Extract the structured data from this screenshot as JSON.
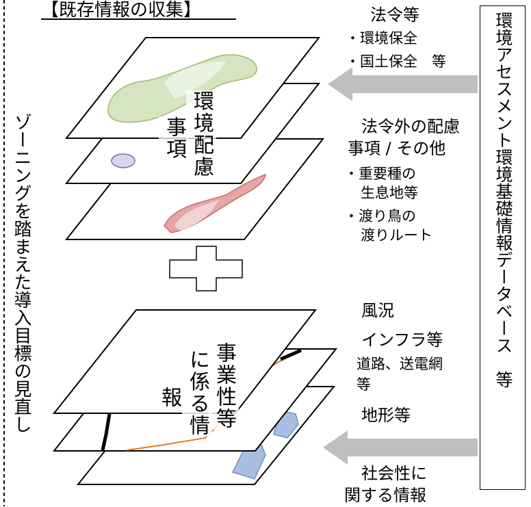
{
  "title": "【既存情報の収集】",
  "left_vertical_text": "ゾーニングを踏まえた導入目標の見直し",
  "right_box_text": "環境アセスメント環境基礎情報データベース　等",
  "top_stack": {
    "label_col1": "環境配慮",
    "label_col2": "事項"
  },
  "bottom_stack": {
    "label_col1": "事業性等",
    "label_col2": "に係る情",
    "label_col3": "報"
  },
  "right_texts": {
    "laws_heading": "法令等",
    "laws_item1": "・環境保全",
    "laws_item2": "・国土保全　等",
    "other_heading": "法令外の配慮",
    "other_sub": "事項 / その他",
    "other_item1_line1": "・重要種の",
    "other_item1_line2": "生息地等",
    "other_item2_line1": "・渡り鳥の",
    "other_item2_line2": "渡りルート",
    "wind": "風況",
    "infra": "インフラ等",
    "infra_sub1": "道路、送電網",
    "infra_sub2": "等",
    "terrain": "地形等",
    "social_line1": "社会性に",
    "social_line2": "関する情報"
  },
  "colors": {
    "green_shape": "#d6e4bf",
    "purple_shape": "#dcd4ea",
    "red_shape": "#e6a6a6",
    "blue_shape": "#a9bfe0",
    "arrow": "#bfbfbf",
    "orange_line": "#e07a1c"
  }
}
